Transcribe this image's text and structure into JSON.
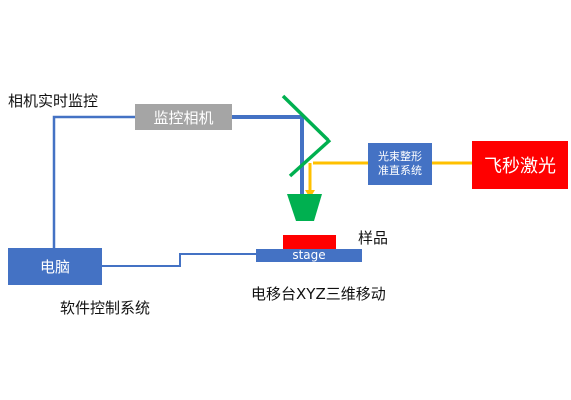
{
  "labels": {
    "camera_monitor": "相机实时监控",
    "monitor_camera": "监控相机",
    "beam_shaping": "光束整形准直系统",
    "beam_shaping_line1": "光束整形",
    "beam_shaping_line2": "准直系统",
    "fs_laser": "飞秒激光",
    "sample": "样品",
    "stage": "stage",
    "computer": "电脑",
    "software_control": "软件控制系统",
    "xyz_stage": "电移台XYZ三维移动"
  },
  "colors": {
    "blue_line": "#4472c4",
    "box_blue": "#4472c4",
    "gray_box": "#a5a5a5",
    "green": "#00b050",
    "orange_beam": "#ffc000",
    "laser_red": "#ff0000",
    "sample_red": "#ff0000"
  }
}
